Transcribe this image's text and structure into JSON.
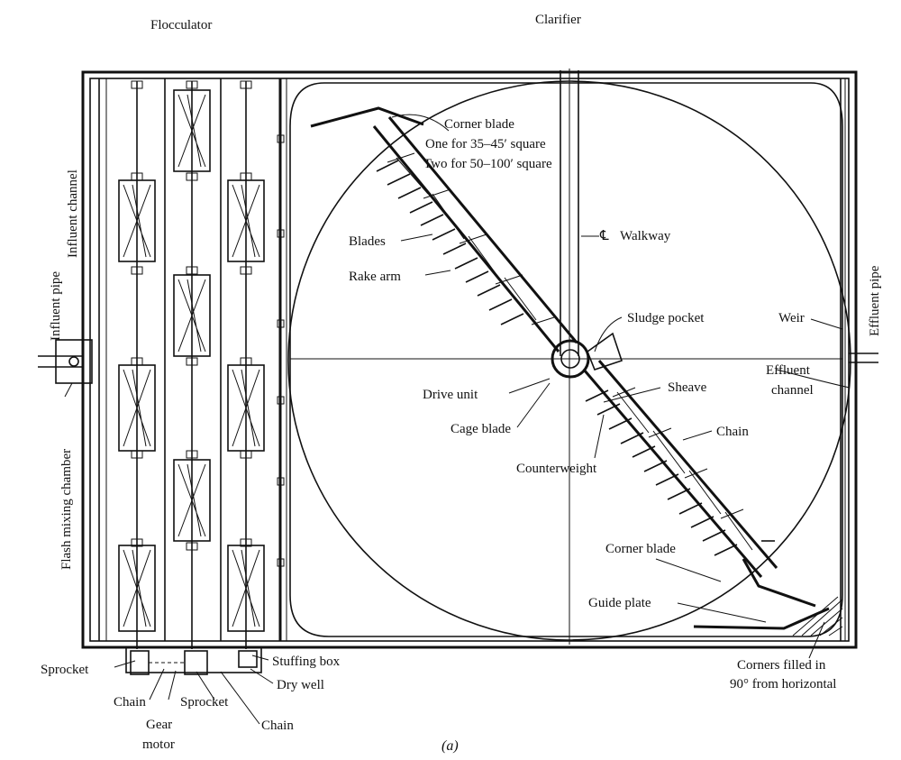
{
  "headings": {
    "flocculator": "Flocculator",
    "clarifier": "Clarifier"
  },
  "labels": {
    "corner_blade_top": "Corner blade",
    "corner_blade_top_line2": "One for 35–45′ square",
    "corner_blade_top_line3": "Two for 50–100′ square",
    "blades": "Blades",
    "rake_arm": "Rake arm",
    "walkway": "Walkway",
    "walkway_symbol": "℄",
    "sludge_pocket": "Sludge pocket",
    "weir": "Weir",
    "effluent_pipe": "Effluent pipe",
    "effluent_channel_1": "Effluent",
    "effluent_channel_2": "channel",
    "drive_unit": "Drive unit",
    "sheave": "Sheave",
    "cage_blade": "Cage blade",
    "chain_right": "Chain",
    "counterweight": "Counterweight",
    "corner_blade_bottom": "Corner blade",
    "guide_plate": "Guide plate",
    "corners_filled_1": "Corners filled in",
    "corners_filled_2": "90° from horizontal",
    "influent_pipe": "Influent pipe",
    "influent_channel": "Influent channel",
    "flash_mixing_chamber": "Flash mixing chamber",
    "sprocket_left": "Sprocket",
    "stuffing_box": "Stuffing box",
    "chain_left": "Chain",
    "dry_well": "Dry well",
    "gear_motor_1": "Gear",
    "gear_motor_2": "motor",
    "sprocket_bottom": "Sprocket",
    "chain_bottom": "Chain",
    "caption": "(a)"
  }
}
